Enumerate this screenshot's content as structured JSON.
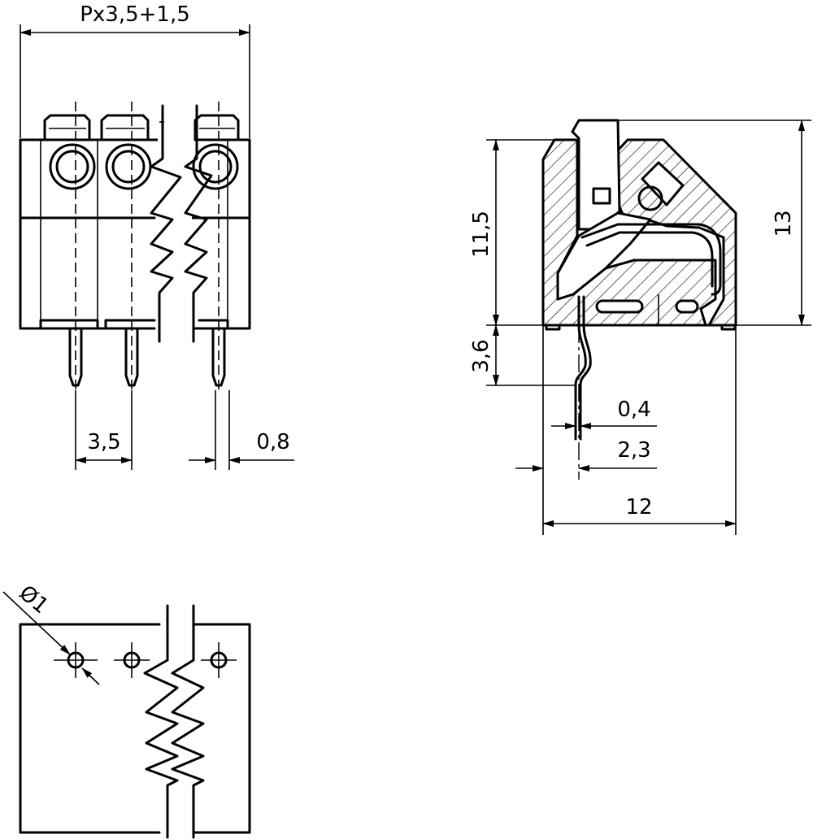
{
  "dimensions": {
    "width_expression": "Px3,5+1,5",
    "pitch": "3,5",
    "pin_width": "0,8",
    "body_height": "11,5",
    "overall_height": "13",
    "pin_length": "3,6",
    "pin_thickness": "0,4",
    "pin_offset": "2,3",
    "depth": "12",
    "hole_diameter": "Ø1"
  },
  "views": [
    "front-view",
    "side-section-view",
    "pcb-hole-pattern"
  ]
}
